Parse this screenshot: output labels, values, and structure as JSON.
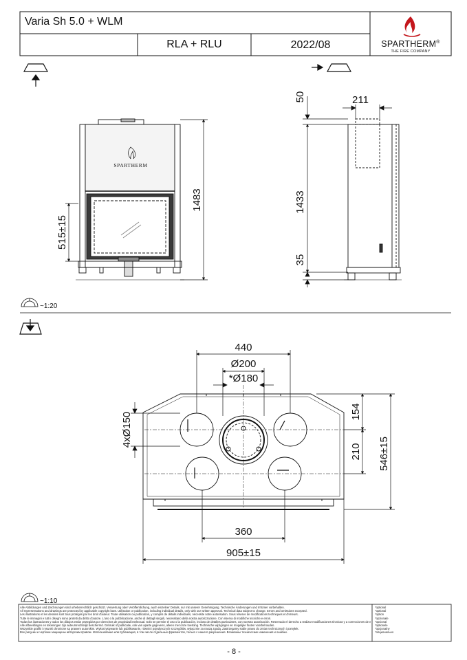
{
  "header": {
    "model": "Varia Sh 5.0 + WLM",
    "variant": "RLA + RLU",
    "date": "2022/08",
    "brand": "SPARTHERM",
    "brand_mark": "®",
    "brand_tagline": "THE FIRE COMPANY"
  },
  "front_view": {
    "nameplate": "SPARTHERM",
    "dim_height": "1483",
    "dim_window": "515±15"
  },
  "side_view": {
    "dim_top": "50",
    "dim_depth": "211",
    "dim_height": "1433",
    "dim_foot": "35"
  },
  "scale_top": "~1:20",
  "plan_view": {
    "dim_width_outlets": "440",
    "dim_main_flue": "Ø200",
    "dim_alt_flue": "*Ø180",
    "dim_side_flues": "4xØ150",
    "dim_depth_front": "154",
    "dim_depth_mid": "210",
    "dim_depth_total": "546±15",
    "dim_lower_outlets": "360",
    "dim_total_width": "905±15"
  },
  "scale_bottom": "~1:10",
  "disclaimer": [
    "Alle Abbildungen und Zeichnungen sind urheberrechtlich geschützt. Verwertung oder Veröffentlichung, auch einzelner Details, nur mit unserer Genehmigung. Technische Änderungen und Irrtümer vorbehalten.",
    "All representations and drawings are protected by applicable copyright laws. Utilisation or publication, including individual details, only with our written approval. Technical data subject to change. Errors and omissions excepted.",
    "Les illustrations et les dessins sont tous protégés par les droit d'auteur. Toute utilisation ou publication, y compris de détails individuels, nécessite notre autorisation. Sous réserve de modifications techniques et d'erreurs.",
    "Tutte le immagini e tutti i disegni sono protetti da diritto d'autore. L'uso o la pubblicazione, anche di dettagli singoli, necessitano della nostra autorizzazione. Con riserva di modifiche tecniche e errori.",
    "Todas las ilustraciones y todos los dibujos están protegidos por derechos de propiedad intelectual. Solo se permite el uso o la publicación, incluso de detalles particulares, con nuestra autorización. Reservado el derecho a realizar modificaciones técnicas y a correcciones de errores.",
    "Alle afbeeldingen en tekeningen zijn auteursrechtelijk beschermd. Gebruik of publicatie, ook van aparte gegevens, alleen met onze toestiing. Technische wijzigingen en mogelijke fouten voorbehouden.",
    "Wszystkie grafiki i rysunki chronione są prawem autorskim. Wykorzystywanie lub publikowanie, również pojedynczych szczegółów, wyłącznie za naszą zgodą. Zastrzegamy sobie prawo do zmian technicznych i pomyłek.",
    "Все рисунки и чертежи защищены авторским правом. Использование или публикация, в том числе отдельных фрагментов, только с нашего разрешения. Возможны технические изменения и ошибки."
  ],
  "optional_labels": [
    "*optional",
    "*optional",
    "*option",
    "*opzionale",
    "*opcional",
    "*optionele",
    "*opcjonalny",
    "*опциональнo"
  ],
  "page_number": "- 8 -"
}
